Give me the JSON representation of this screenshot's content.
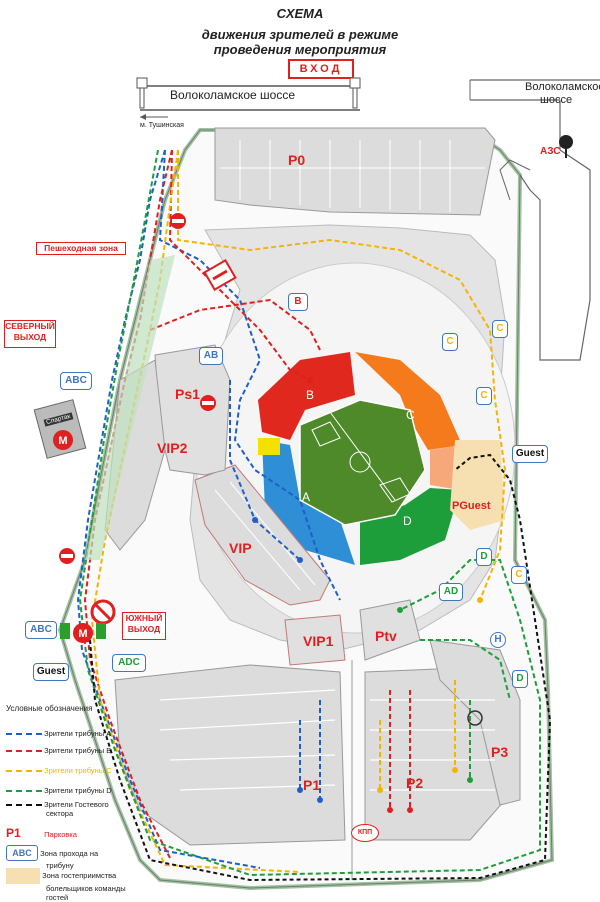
{
  "header": {
    "title": "СХЕМА",
    "subtitle_line1": "движения зрителей в режиме",
    "subtitle_line2": "проведения мероприятия",
    "entry": "ВХОД"
  },
  "roads": {
    "highway_left": "Волоколамское шоссе",
    "highway_right_1": "Волоколамское",
    "highway_right_2": "шоссе",
    "metro_direction": "м. Тушинская",
    "gas_station": "АЗС"
  },
  "stands": {
    "a": "A",
    "b": "B",
    "c": "C",
    "d": "D"
  },
  "parkings": {
    "p0": "P0",
    "ps1": "Ps1",
    "vip2": "VIP2",
    "vip": "VIP",
    "vip1": "VIP1",
    "ptv": "Ptv",
    "pguest": "PGuest",
    "p1": "P1",
    "p2": "P2",
    "p3": "P3"
  },
  "zones": {
    "ab": "AB",
    "b": "B",
    "c1": "C",
    "c2": "C",
    "c3": "C",
    "c4": "C",
    "ad": "AD",
    "d1": "D",
    "d2": "D",
    "abc": "ABC",
    "abc_south": "ABC",
    "adc": "ADC",
    "guest_east": "Guest",
    "guest_south": "Guest",
    "h": "H"
  },
  "callouts": {
    "pedestrian_zone": "Пешеходная зона",
    "north_exit_1": "СЕВЕРНЫЙ",
    "north_exit_2": "ВЫХОД",
    "south_exit_1": "ЮЖНЫЙ",
    "south_exit_2": "ВЫХОД",
    "spartak_station": "Спартак",
    "checkpoint": "КПП"
  },
  "legend": {
    "title": "Условные обозначения",
    "items": [
      {
        "label": "Зрители трибуны А",
        "color": "#1f5fc9"
      },
      {
        "label": "Зрители трибуны В",
        "color": "#e02020"
      },
      {
        "label": "Зрители трибуны С",
        "color": "#f5b400"
      },
      {
        "label": "Зрители трибуны D",
        "color": "#1e9e3a"
      },
      {
        "label_1": "Зрители Гостевого",
        "label_2": "сектора",
        "color": "#111111"
      }
    ],
    "parking_symbol": "P1",
    "parking_label": "Парковка",
    "pass_symbol": "ABC",
    "pass_label_1": "Зона прохода на",
    "pass_label_2": "трибуну",
    "hospitality_label_1": "Зона гостеприимства",
    "hospitality_label_2": "болельщиков команды гостей"
  },
  "colors": {
    "stand_a": "#2e8fd6",
    "stand_b": "#e0281e",
    "stand_c": "#f47a1c",
    "stand_d": "#1e9e3a",
    "pitch": "#4e8a2a",
    "guest_zone": "#f6dfb0"
  }
}
